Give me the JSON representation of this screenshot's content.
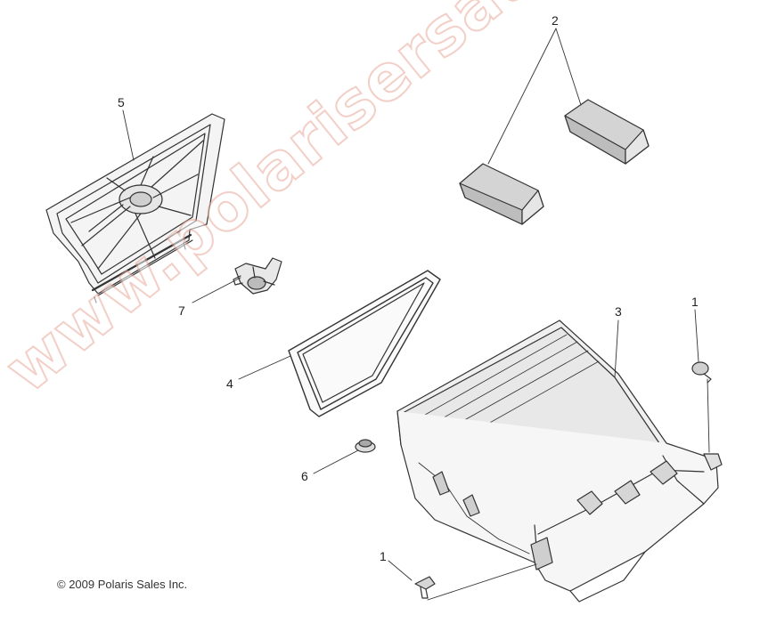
{
  "callouts": {
    "c5": "5",
    "c2": "2",
    "c7": "7",
    "c3": "3",
    "c1_top": "1",
    "c4": "4",
    "c6": "6",
    "c1_bottom": "1"
  },
  "copyright": "© 2009 Polaris Sales Inc.",
  "watermark": "www.polarisersatzteile.de",
  "colors": {
    "line": "#333333",
    "part_fill": "#f2f2f2",
    "part_shade": "#d9d9d9",
    "watermark": "#e8a89a"
  }
}
